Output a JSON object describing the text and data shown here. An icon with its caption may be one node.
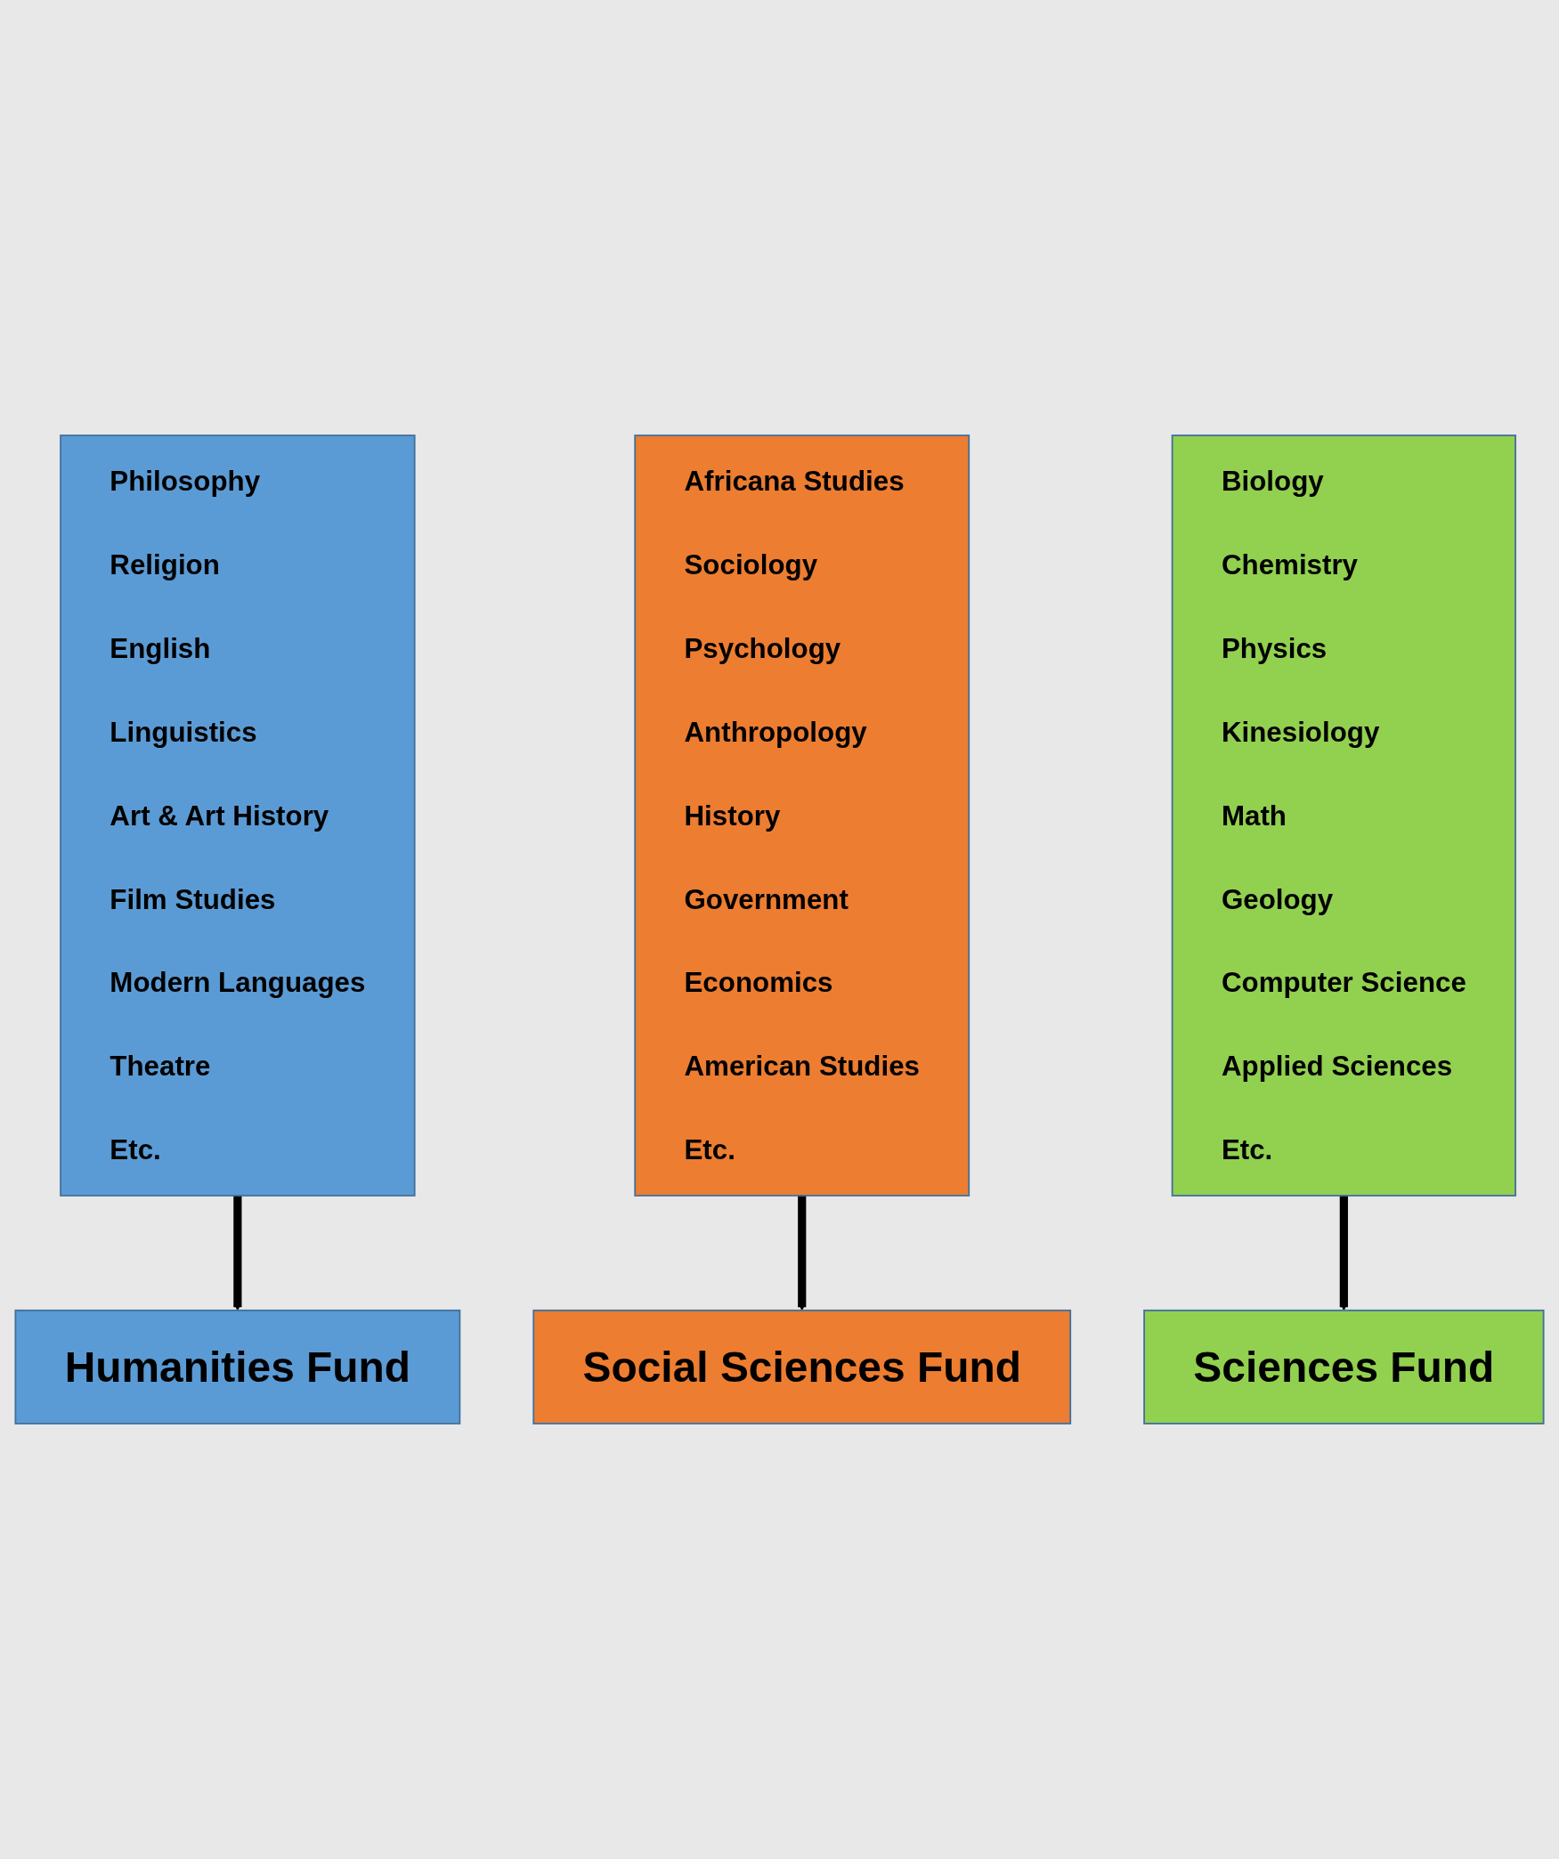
{
  "diagram": {
    "nodes": [
      {
        "text": [
          "Philosophy",
          "Religion",
          "English",
          "Linguistics",
          "Art & Art History",
          "Film Studies",
          "Modern Languages",
          "Theatre",
          "Etc."
        ]
      },
      {
        "text": [
          "Africana Studies",
          "Sociology",
          "Psychology",
          "Anthropology",
          "History",
          "Government",
          "Economics",
          "American Studies",
          "Etc."
        ]
      },
      {
        "text": [
          "Biology",
          "Chemistry",
          "Physics",
          "Kinesiology",
          "Math",
          "Geology",
          "Computer Science",
          "Applied Sciences",
          "Etc."
        ]
      },
      {
        "text": [
          "Humanities Fund"
        ]
      },
      {
        "text": [
          "Social Sciences Fund"
        ]
      },
      {
        "text": [
          "Sciences Fund"
        ]
      }
    ],
    "edges": [
      {
        "from": 0,
        "to": 3,
        "arrow": "to"
      },
      {
        "from": 1,
        "to": 4,
        "arrow": "to"
      },
      {
        "from": 2,
        "to": 5,
        "arrow": "to"
      }
    ]
  }
}
